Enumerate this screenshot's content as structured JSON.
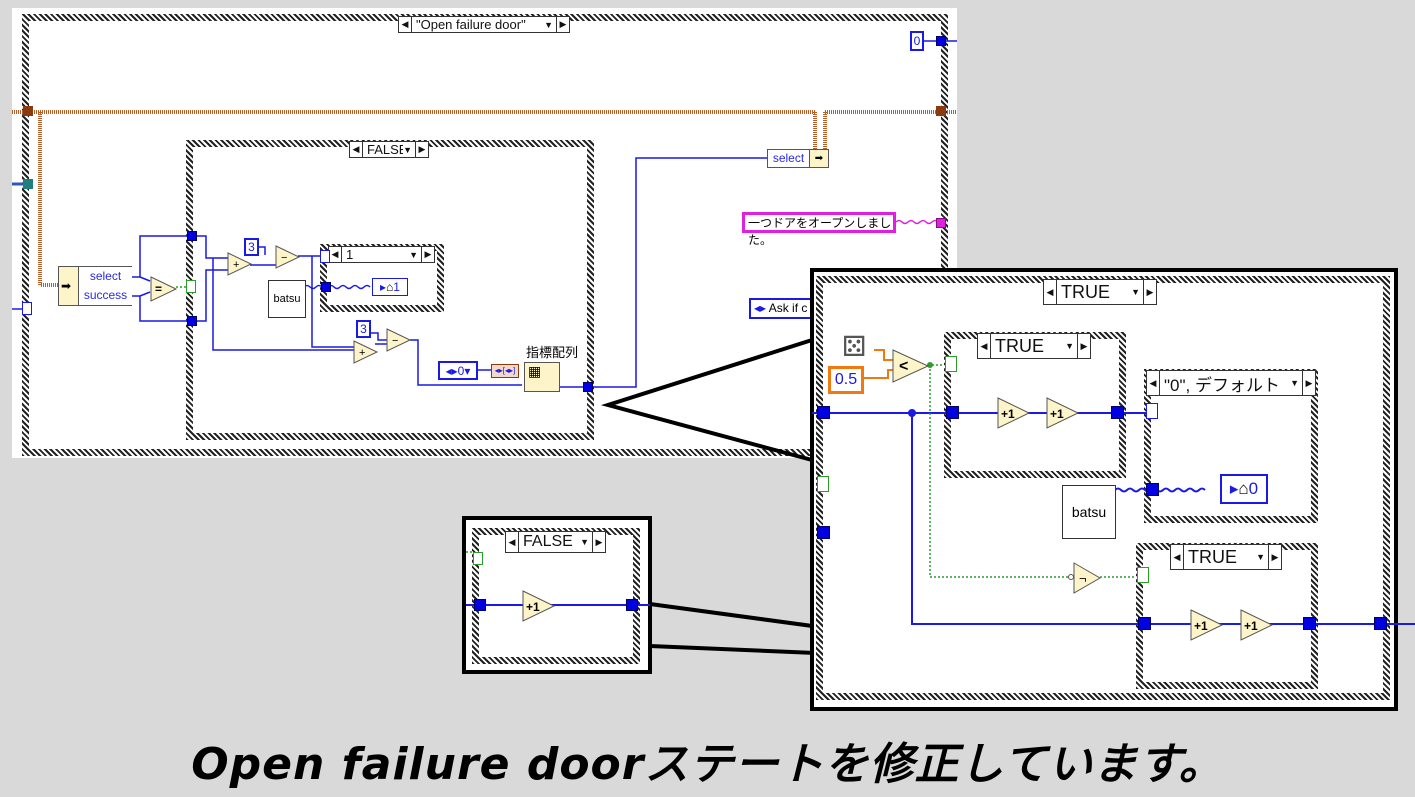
{
  "main_diagram": {
    "case_selector": "\"Open failure door\"",
    "inner_case_selector": "FALSE",
    "nested_case_selector": "1",
    "unbundle": {
      "items": [
        "select",
        "success"
      ]
    },
    "constants": {
      "three_a": "3",
      "three_b": "3",
      "zero_top_right": "0",
      "enum_zero": "0"
    },
    "batsu_label": "batsu",
    "local_var_value": "1",
    "index_array_label": "指標配列",
    "bundle_label": "select",
    "message_string": "一つドアをオープンしました。",
    "ask_enum_partial": "Ask if c"
  },
  "zoom_true_panel": {
    "case_selector": "TRUE",
    "inner_case_true": "TRUE",
    "default_case_selector": "\"0\", デフォルト",
    "bottom_case_selector": "TRUE",
    "compare_constant": "0.5",
    "compare_op": "<",
    "increment_label": "+1",
    "batsu_label": "batsu",
    "local_var_value": "0",
    "not_op": "¬"
  },
  "zoom_false_panel": {
    "case_selector": "FALSE",
    "increment_label": "+1"
  },
  "caption": "Open failure doorステートを修正しています。",
  "colors": {
    "int_wire": "#1a1ae6",
    "cluster_wire": "#b5602a",
    "bool_wire": "#2a9d2a",
    "string_wire": "#e020e0",
    "background": "#d9d9d9"
  }
}
